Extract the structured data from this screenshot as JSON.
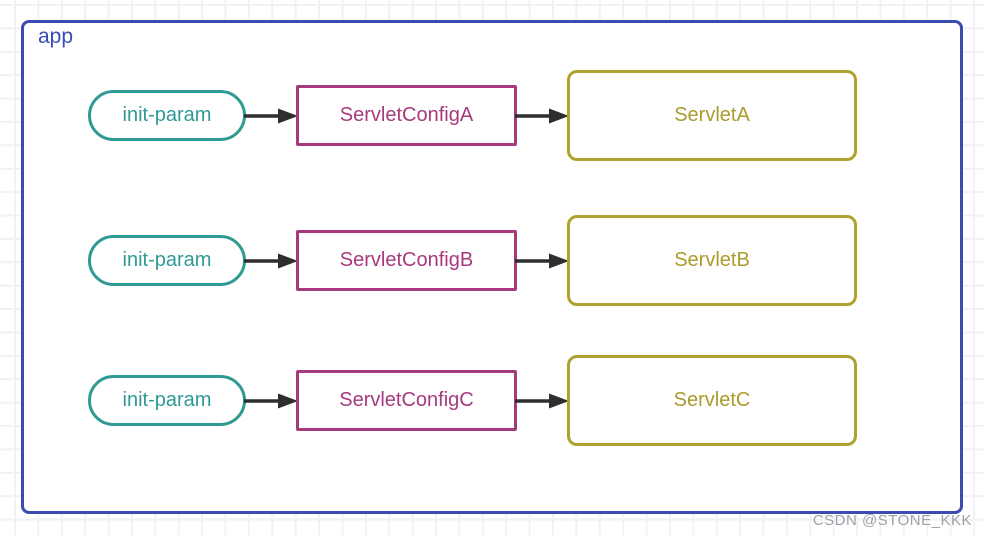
{
  "diagram": {
    "container_label": "app",
    "rows": [
      {
        "source": "init-param",
        "config": "ServletConfigA",
        "servlet": "ServletA"
      },
      {
        "source": "init-param",
        "config": "ServletConfigB",
        "servlet": "ServletB"
      },
      {
        "source": "init-param",
        "config": "ServletConfigC",
        "servlet": "ServletC"
      }
    ],
    "colors": {
      "container_border": "#3b4bb2",
      "source_node": "#2f9a93",
      "config_node": "#a63a7d",
      "servlet_node": "#b0a02f",
      "arrow": "#2e2e2e",
      "grid_line": "#f1f1f6"
    }
  },
  "watermark": "CSDN @STONE_KKK"
}
